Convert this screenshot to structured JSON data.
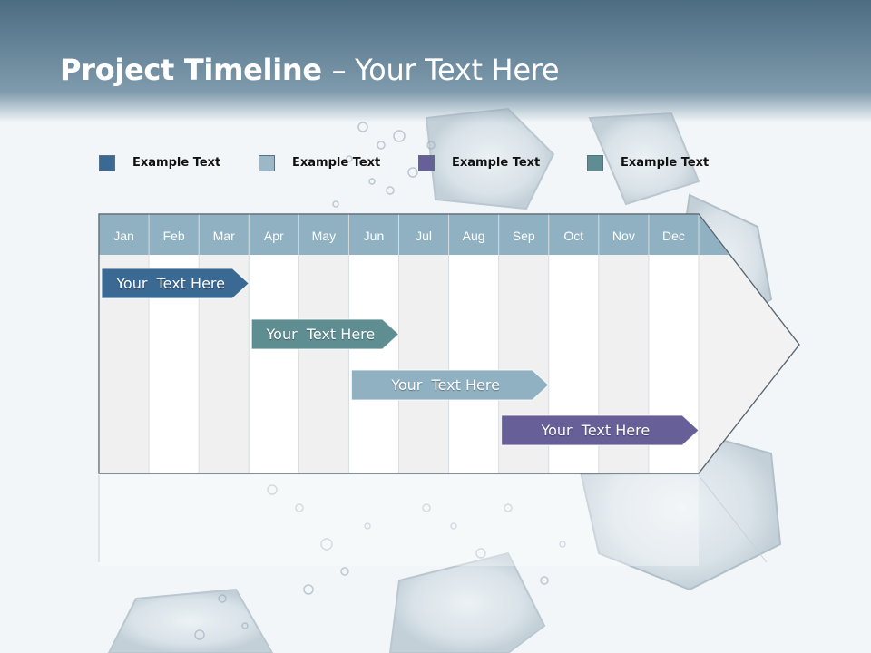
{
  "slide": {
    "title_bold": "Project Timeline",
    "title_rest": "– Your Text Here"
  },
  "legend": [
    {
      "label": "Example Text",
      "color": "#3a6994"
    },
    {
      "label": "Example Text",
      "color": "#9cb8c8"
    },
    {
      "label": "Example Text",
      "color": "#675f97"
    },
    {
      "label": "Example Text",
      "color": "#5f8e92"
    }
  ],
  "timeline": {
    "months": [
      "Jan",
      "Feb",
      "Mar",
      "Apr",
      "May",
      "Jun",
      "Jul",
      "Aug",
      "Sep",
      "Oct",
      "Nov",
      "Dec"
    ],
    "header_color": "#8fb1c2",
    "bars": [
      {
        "label": "Your  Text Here",
        "start_month": "Jan",
        "end_month": "Mar",
        "color": "#3a6994"
      },
      {
        "label": "Your  Text Here",
        "start_month": "Apr",
        "end_month": "Jun",
        "color": "#5f8e92"
      },
      {
        "label": "Your  Text Here",
        "start_month": "Jun",
        "end_month": "Sep",
        "color": "#8fb1c2"
      },
      {
        "label": "Your  Text Here",
        "start_month": "Sep",
        "end_month": "Dec",
        "color": "#675f97"
      }
    ]
  }
}
